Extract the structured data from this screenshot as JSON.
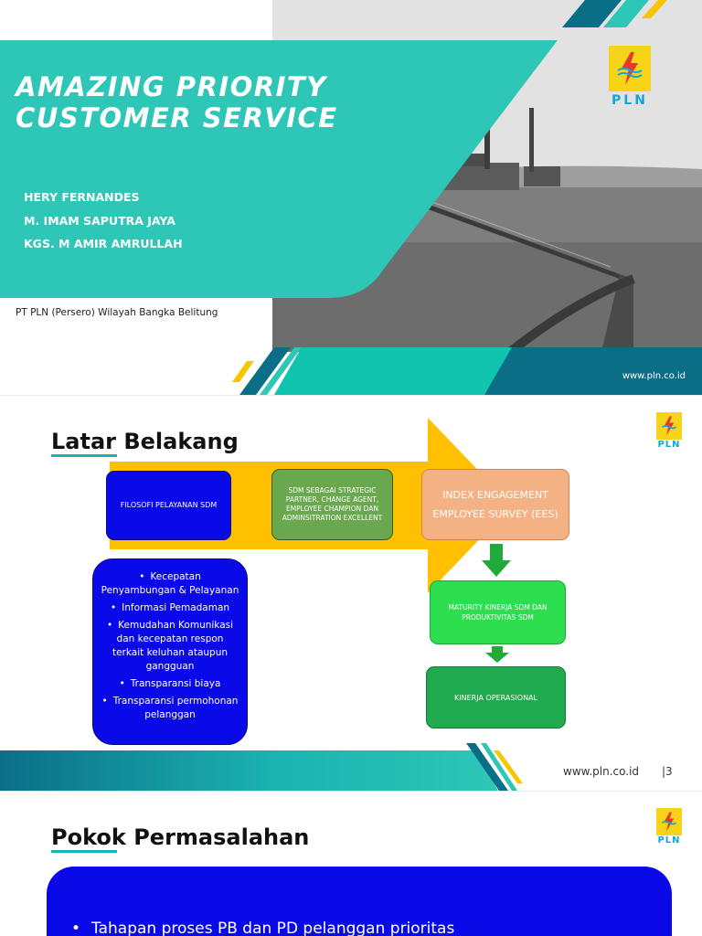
{
  "slide1": {
    "title": "AMAZING PRIORITY\nCUSTOMER SERVICE",
    "authors": [
      "HERY FERNANDES",
      "M. IMAM SAPUTRA JAYA",
      "KGS. M AMIR AMRULLAH"
    ],
    "organization": "PT PLN (Persero) Wilayah Bangka Belitung",
    "url": "www.pln.co.id",
    "logo_text": "PLN"
  },
  "slide2": {
    "heading": "Latar Belakang",
    "box_filosofi": "FILOSOFI PELAYANAN SDM",
    "box_sdm": "SDM SEBAGAI STRATEGIC PARTNER, CHANGE AGENT, EMPLOYEE CHAMPION DAN ADMINSITRATION EXCELLENT",
    "box_index": "INDEX ENGAGEMENT EMPLOYEE SURVEY (EES)",
    "box_maturity": "MATURITY KINERJA SDM DAN PRODUKTIVITAS SDM",
    "box_kinerja": "KINERJA OPERASIONAL",
    "list_items": [
      "Kecepatan Penyambungan & Pelayanan",
      "Informasi Pemadaman",
      "Kemudahan Komunikasi dan kecepatan respon terkait keluhan ataupun gangguan",
      "Transparansi biaya",
      "Transparansi permohonan pelanggan"
    ],
    "url": "www.pln.co.id",
    "page_number": "|3",
    "logo_text": "PLN"
  },
  "slide3": {
    "heading": "Pokok Permasalahan",
    "bullet": "Tahapan proses PB dan PD pelanggan prioritas",
    "logo_text": "PLN"
  },
  "colors": {
    "teal": "#2ec6b6",
    "dark_teal": "#0b6e87",
    "yellow": "#f7c600",
    "blue_box": "#0a0ae8",
    "pln_blue": "#11a7d8",
    "pln_yellow": "#f7d417"
  }
}
